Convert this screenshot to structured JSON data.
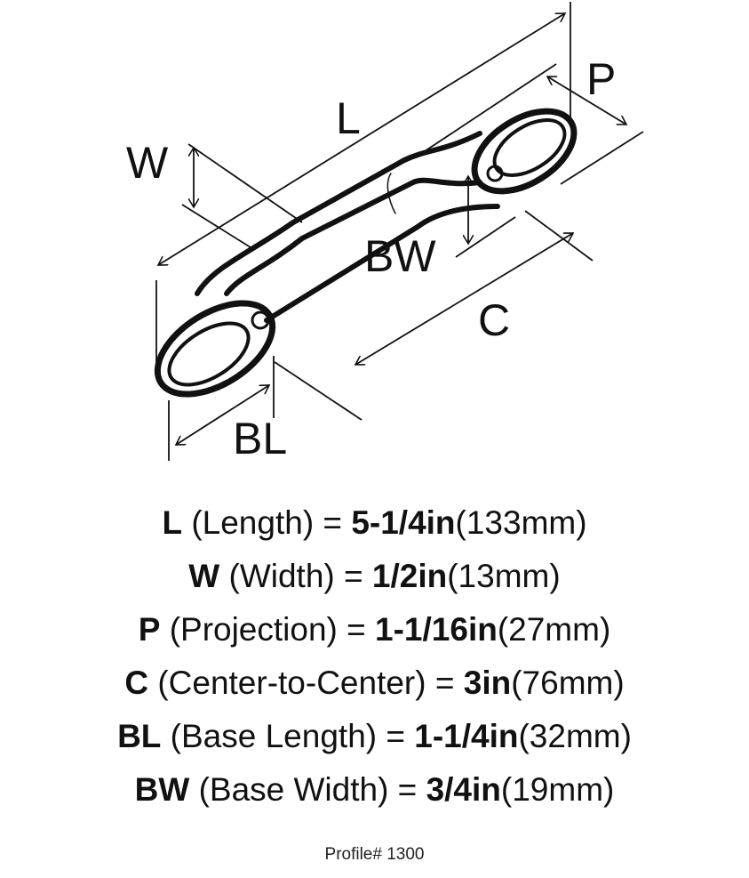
{
  "diagram": {
    "labels": {
      "L": "L",
      "W": "W",
      "P": "P",
      "BW": "BW",
      "C": "C",
      "BL": "BL"
    }
  },
  "specs": [
    {
      "code": "L",
      "name": "(Length) =",
      "imperial": "5-1/4in",
      "metric": "(133mm)"
    },
    {
      "code": "W",
      "name": "(Width) =",
      "imperial": "1/2in",
      "metric": "(13mm)"
    },
    {
      "code": "P",
      "name": "(Projection) =",
      "imperial": "1-1/16in",
      "metric": "(27mm)"
    },
    {
      "code": "C",
      "name": "(Center-to-Center) =",
      "imperial": "3in",
      "metric": "(76mm)"
    },
    {
      "code": "BL",
      "name": "(Base Length) =",
      "imperial": "1-1/4in",
      "metric": "(32mm)"
    },
    {
      "code": "BW",
      "name": "(Base Width) =",
      "imperial": "3/4in",
      "metric": "(19mm)"
    }
  ],
  "profile": "Profile# 1300"
}
